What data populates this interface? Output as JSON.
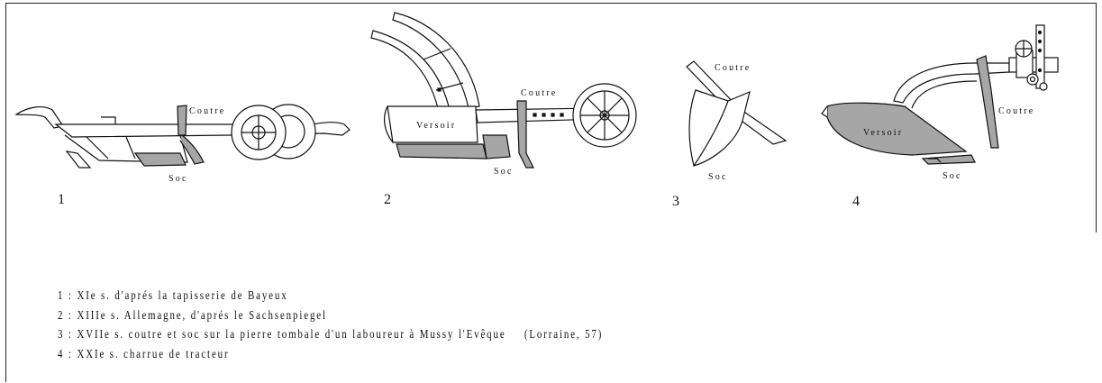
{
  "labels": {
    "coutre": "Coutre",
    "soc": "Soc",
    "versoir": "Versoir"
  },
  "figures": [
    {
      "number": "1"
    },
    {
      "number": "2"
    },
    {
      "number": "3"
    },
    {
      "number": "4"
    }
  ],
  "legend": [
    {
      "text": "1 : XIe s. d'aprés la tapisserie de Bayeux"
    },
    {
      "text": "2 : XIIIe s. Allemagne, d'aprés le Sachsenpiegel"
    },
    {
      "text": "3 : XVIIe s. coutre et soc sur la pierre tombale d'un laboureur à Mussy l'Evêque",
      "extra": "(Lorraine, 57)"
    },
    {
      "text": "4 : XXIe s. charrue de tracteur"
    }
  ],
  "colors": {
    "line": "#111111",
    "fill_gray": "#a6a6a6",
    "background": "#ffffff"
  }
}
